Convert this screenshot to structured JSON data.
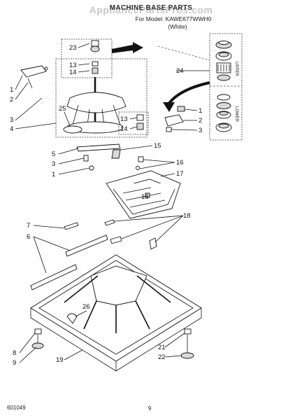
{
  "header": {
    "watermark": "AppliancePartsPros.com",
    "title": "MACHINE BASE PARTS",
    "model_line": "For Model: KAWE677WWH0",
    "color_line": "(White)"
  },
  "footer": {
    "doc_code": "601049",
    "page_number": "9"
  },
  "legend_labels": {
    "upper": "UPPER",
    "lower": "LOWER"
  },
  "callouts": {
    "c23": "23",
    "c13a": "13",
    "c14a": "14",
    "c24": "24",
    "c1a": "1",
    "c2a": "2",
    "c3a": "3",
    "c4": "4",
    "c25": "25",
    "c13b": "13",
    "c14b": "14",
    "c1b": "1",
    "c2b": "2",
    "c3b": "3",
    "c5": "5",
    "c3c": "3",
    "c1c": "1",
    "c15": "15",
    "c16a": "16",
    "c17": "17",
    "c16b": "16",
    "c18": "18",
    "c7": "7",
    "c6": "6",
    "c26": "26",
    "c8": "8",
    "c9": "9",
    "c19": "19",
    "c21": "21",
    "c22": "22"
  }
}
